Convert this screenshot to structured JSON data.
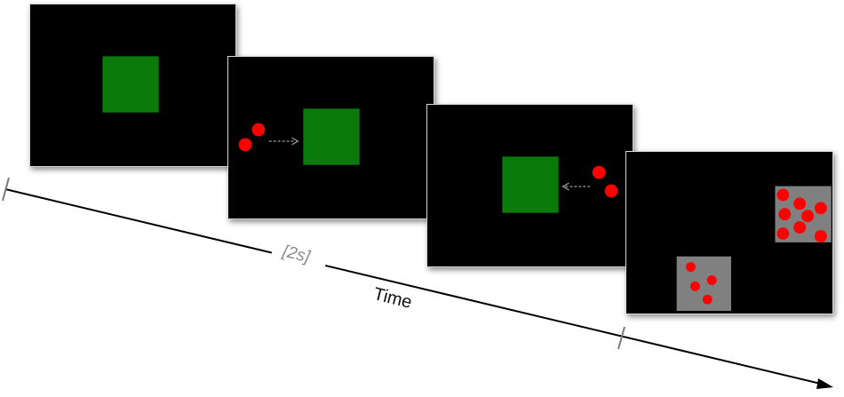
{
  "timeline": {
    "duration_label": "[2s]",
    "axis_label": "Time"
  },
  "colors": {
    "background": "#000000",
    "square": "#0a7a0a",
    "dot": "#ff0000",
    "patch": "#808080",
    "arrow": "#9a9a9a",
    "axis": "#000000"
  },
  "frames": [
    {
      "content": "green-square"
    },
    {
      "content": "green-square-with-dots-approaching-from-left"
    },
    {
      "content": "green-square-with-dots-approaching-from-right"
    },
    {
      "content": "two-grey-patches-with-red-dots",
      "patches": [
        {
          "dot_count": 8
        },
        {
          "dot_count": 4
        }
      ]
    }
  ]
}
